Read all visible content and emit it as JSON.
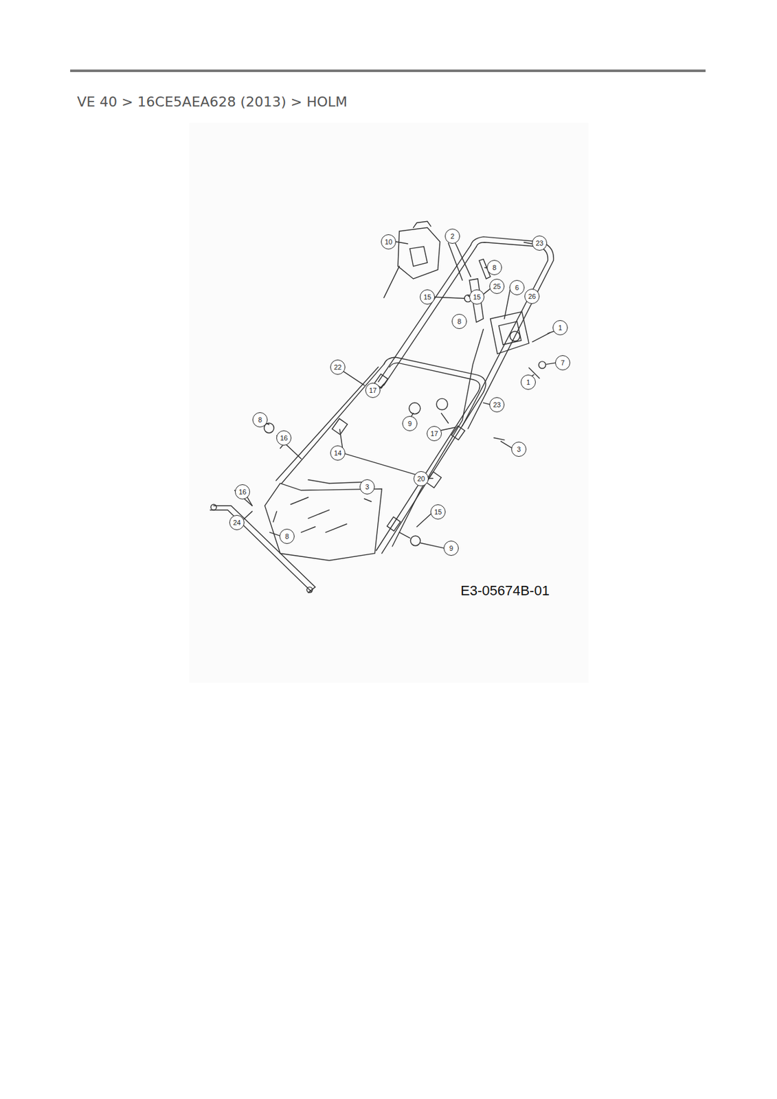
{
  "diagram": {
    "title": "VE 40  >  16CE5AEA628 (2013)  >  HOLM",
    "labels": [
      "10",
      "2",
      "23",
      "8",
      "25",
      "6",
      "26",
      "15",
      "15",
      "8",
      "1",
      "7",
      "1",
      "22",
      "17",
      "9",
      "17",
      "23",
      "3",
      "14",
      "20",
      "8",
      "16",
      "3",
      "16",
      "15",
      "9",
      "24",
      "8",
      "E3-05674B-01"
    ]
  }
}
